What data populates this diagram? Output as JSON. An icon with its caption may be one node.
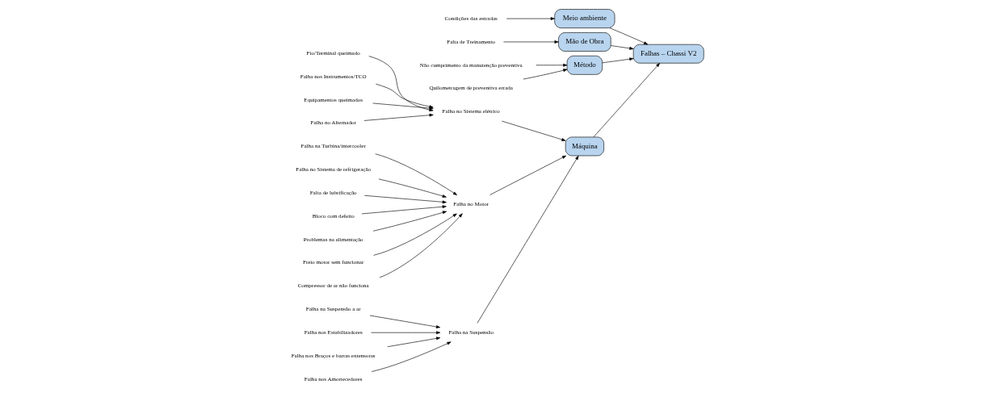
{
  "diagram": {
    "nodes": [
      {
        "text": [
          "Máquina"
        ]
      },
      {
        "text": [
          "Falha no Sistema elétrico"
        ]
      },
      {
        "text": [
          "Fio/Terminal queimado"
        ]
      },
      {
        "text": [
          "Falha nos Instrumentos/TCO"
        ]
      },
      {
        "text": [
          "Equipamentos queimados"
        ]
      },
      {
        "text": [
          "Falha no Alternador"
        ]
      },
      {
        "text": [
          "Falha no Motor"
        ]
      },
      {
        "text": [
          "Falha na Turbina/intercooler"
        ]
      },
      {
        "text": [
          "Falha no Sistema de refrigeração"
        ]
      },
      {
        "text": [
          "Falta de lubrificação"
        ]
      },
      {
        "text": [
          "Bloco com defeito"
        ]
      },
      {
        "text": [
          "Problemas na alimentação"
        ]
      },
      {
        "text": [
          "Freio motor sem funcionar"
        ]
      },
      {
        "text": [
          "Compressor de ar não funciona"
        ]
      },
      {
        "text": [
          "Falha na Suspensão"
        ]
      },
      {
        "text": [
          "Falha na Suspensão a ar"
        ]
      },
      {
        "text": [
          "Falha nos Estabilizadores"
        ]
      },
      {
        "text": [
          "Falha nos Braços e barras extensoras"
        ]
      },
      {
        "text": [
          "Falha nos Amortecedores"
        ]
      },
      {
        "text": [
          "Condições das estradas"
        ]
      },
      {
        "text": [
          "Meio ambiente"
        ]
      },
      {
        "text": [
          "Falta de Treinamento"
        ]
      },
      {
        "text": [
          "Mão de Obra"
        ]
      },
      {
        "text": [
          "Não cumprimento da manutenção preventiva"
        ]
      },
      {
        "text": [
          "Método"
        ]
      },
      {
        "text": [
          "Quilometragem de preventiva errada"
        ]
      },
      {
        "text": [
          "Falhas – Chassi V2"
        ]
      }
    ],
    "edges": [
      {
        "from": 0,
        "to": 26,
        "arrow": "to"
      },
      {
        "from": 1,
        "to": 0,
        "arrow": "to"
      },
      {
        "from": 2,
        "to": 1,
        "arrow": "to"
      },
      {
        "from": 3,
        "to": 1,
        "arrow": "to"
      },
      {
        "from": 4,
        "to": 1,
        "arrow": "to"
      },
      {
        "from": 5,
        "to": 1,
        "arrow": "to"
      },
      {
        "from": 6,
        "to": 0,
        "arrow": "to"
      },
      {
        "from": 7,
        "to": 6,
        "arrow": "to"
      },
      {
        "from": 8,
        "to": 6,
        "arrow": "to"
      },
      {
        "from": 9,
        "to": 6,
        "arrow": "to"
      },
      {
        "from": 10,
        "to": 6,
        "arrow": "to"
      },
      {
        "from": 11,
        "to": 6,
        "arrow": "to"
      },
      {
        "from": 12,
        "to": 6,
        "arrow": "to"
      },
      {
        "from": 13,
        "to": 6,
        "arrow": "to"
      },
      {
        "from": 14,
        "to": 0,
        "arrow": "to"
      },
      {
        "from": 15,
        "to": 14,
        "arrow": "to"
      },
      {
        "from": 16,
        "to": 14,
        "arrow": "to"
      },
      {
        "from": 17,
        "to": 14,
        "arrow": "to"
      },
      {
        "from": 18,
        "to": 14,
        "arrow": "to"
      },
      {
        "from": 19,
        "to": 20,
        "arrow": "to"
      },
      {
        "from": 20,
        "to": 26,
        "arrow": "to"
      },
      {
        "from": 21,
        "to": 22,
        "arrow": "to"
      },
      {
        "from": 22,
        "to": 26,
        "arrow": "to"
      },
      {
        "from": 23,
        "to": 24,
        "arrow": "to"
      },
      {
        "from": 25,
        "to": 24,
        "arrow": "to"
      },
      {
        "from": 24,
        "to": 26,
        "arrow": "to"
      }
    ]
  }
}
